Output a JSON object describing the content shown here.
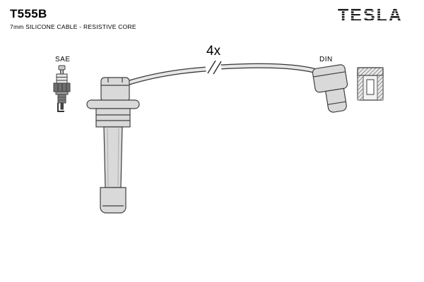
{
  "header": {
    "part_number": "T555B",
    "description": "7mm SILICONE CABLE - RESISTIVE CORE",
    "brand": "TESLA"
  },
  "diagram": {
    "quantity": "4x",
    "spark_plug_label": "SAE",
    "terminal_label": "DIN"
  },
  "colors": {
    "ink": "#000000",
    "part_fill": "#d9d9d9",
    "part_stroke": "#3f3f3f",
    "background": "#ffffff"
  }
}
